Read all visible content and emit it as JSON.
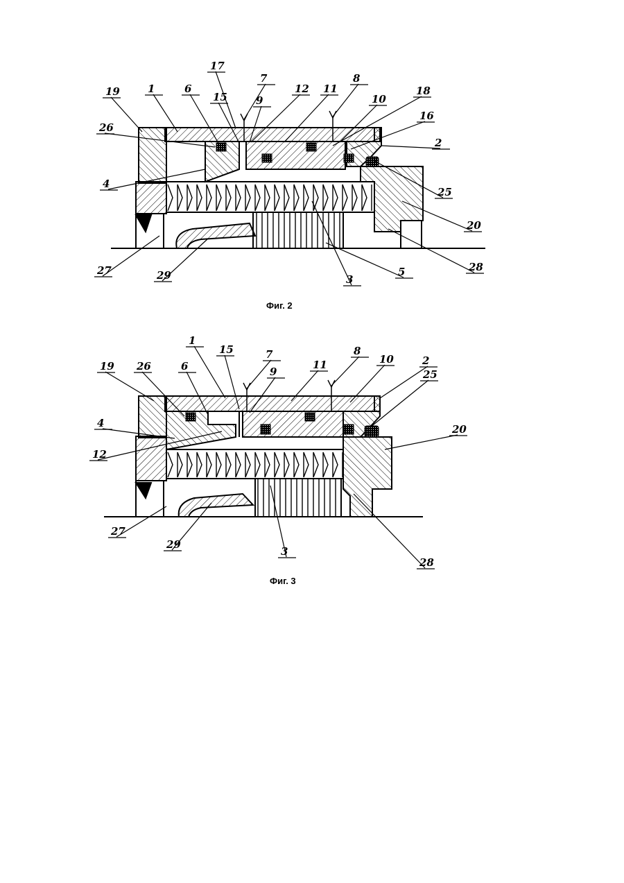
{
  "figures": [
    {
      "id": "fig2",
      "caption": "Фиг. 2",
      "labels": [
        "17",
        "7",
        "19",
        "1",
        "6",
        "15",
        "9",
        "12",
        "11",
        "8",
        "10",
        "18",
        "16",
        "26",
        "2",
        "4",
        "25",
        "20",
        "27",
        "29",
        "3",
        "5",
        "28"
      ]
    },
    {
      "id": "fig3",
      "caption": "Фиг. 3",
      "labels": [
        "1",
        "15",
        "7",
        "8",
        "19",
        "26",
        "6",
        "9",
        "11",
        "10",
        "2",
        "25",
        "4",
        "20",
        "12",
        "27",
        "29",
        "3",
        "28"
      ]
    }
  ],
  "colors": {
    "ink": "#000000",
    "paper": "#ffffff"
  }
}
